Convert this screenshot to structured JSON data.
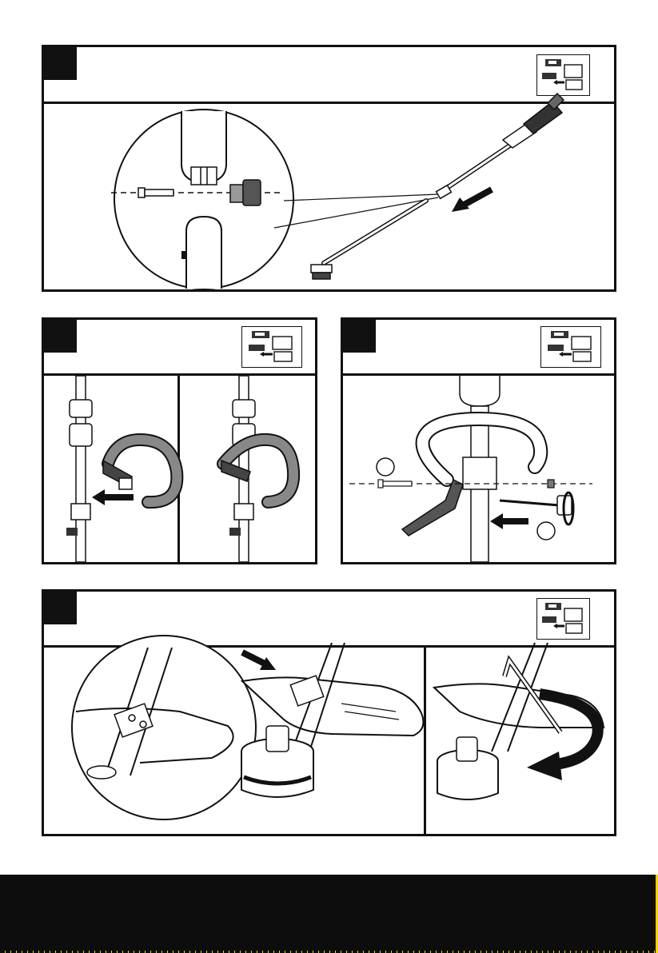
{
  "page": {
    "background": "#ffffff",
    "frame_color": "#111111",
    "footer_color": "#0d0d0d",
    "accent": "#f3d000"
  },
  "steps": [
    {
      "id": "step-1",
      "number": "",
      "title": "",
      "icon": "battery-removal-icon"
    },
    {
      "id": "step-2",
      "number": "",
      "title": "",
      "icon": "battery-removal-icon"
    },
    {
      "id": "step-3",
      "number": "",
      "title": "",
      "icon": "battery-removal-icon"
    },
    {
      "id": "step-4",
      "number": "",
      "title": "",
      "icon": "battery-removal-icon"
    }
  ],
  "callouts": {
    "a": "",
    "b": ""
  },
  "footer": {
    "text": ""
  }
}
